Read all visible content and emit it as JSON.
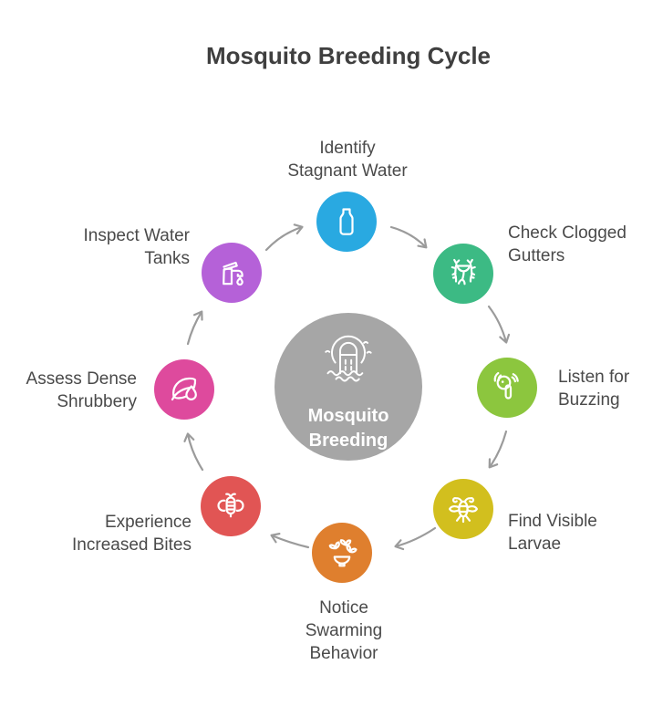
{
  "title": "Mosquito Breeding Cycle",
  "center": {
    "label": "Mosquito\nBreeding",
    "color": "#a6a6a6",
    "icon": "water-tank-icon"
  },
  "steps": [
    {
      "id": "identify-stagnant-water",
      "label": "Identify\nStagnant Water",
      "color": "#29a9e1",
      "icon": "bottle-icon",
      "position": "top"
    },
    {
      "id": "check-clogged-gutters",
      "label": "Check Clogged\nGutters",
      "color": "#3cba84",
      "icon": "roots-icon",
      "position": "top-right"
    },
    {
      "id": "listen-for-buzzing",
      "label": "Listen for\nBuzzing",
      "color": "#8cc63e",
      "icon": "earbud-icon",
      "position": "right"
    },
    {
      "id": "find-visible-larvae",
      "label": "Find Visible\nLarvae",
      "color": "#d2bf1e",
      "icon": "larvae-insect-icon",
      "position": "bottom-right"
    },
    {
      "id": "notice-swarming-behavior",
      "label": "Notice\nSwarming\nBehavior",
      "color": "#df7f2e",
      "icon": "swarm-bowl-icon",
      "position": "bottom"
    },
    {
      "id": "experience-increased-bites",
      "label": "Experience\nIncreased Bites",
      "color": "#e15554",
      "icon": "bee-icon",
      "position": "bottom-left"
    },
    {
      "id": "assess-dense-shrubbery",
      "label": "Assess Dense\nShrubbery",
      "color": "#de4a9d",
      "icon": "leaf-droplet-icon",
      "position": "left"
    },
    {
      "id": "inspect-water-tanks",
      "label": "Inspect Water\nTanks",
      "color": "#b561d8",
      "icon": "faucet-icon",
      "position": "top-left"
    }
  ],
  "flow": {
    "direction": "clockwise",
    "arrow_count": 8
  },
  "colors": {
    "background": "#ffffff",
    "title_text": "#3f3f3f",
    "label_text": "#4a4a4a",
    "arrow": "#9b9b9b",
    "icon_stroke": "#ffffff"
  }
}
